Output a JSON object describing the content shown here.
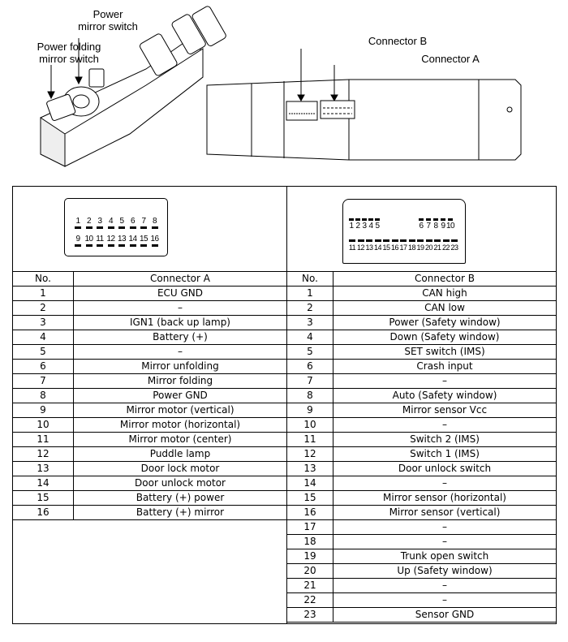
{
  "illustration": {
    "labels": {
      "power_mirror_switch": "Power\nmirror switch",
      "power_folding_mirror_switch": "Power folding\nmirror switch",
      "connector_b": "Connector B",
      "connector_a": "Connector A"
    }
  },
  "connector_a_pins": {
    "row1": [
      "1",
      "2",
      "3",
      "4",
      "5",
      "6",
      "7",
      "8"
    ],
    "row2": [
      "9",
      "10",
      "11",
      "12",
      "13",
      "14",
      "15",
      "16"
    ]
  },
  "connector_b_pins": {
    "row1": [
      "1",
      "2",
      "3",
      "4",
      "5",
      "6",
      "7",
      "8",
      "9",
      "10"
    ],
    "row2": [
      "11",
      "12",
      "13",
      "14",
      "15",
      "16",
      "17",
      "18",
      "19",
      "20",
      "21",
      "22",
      "23"
    ]
  },
  "table_a": {
    "headers": [
      "No.",
      "Connector A"
    ],
    "rows": [
      [
        "1",
        "ECU GND"
      ],
      [
        "2",
        "–"
      ],
      [
        "3",
        "IGN1 (back up lamp)"
      ],
      [
        "4",
        "Battery (+)"
      ],
      [
        "5",
        "–"
      ],
      [
        "6",
        "Mirror unfolding"
      ],
      [
        "7",
        "Mirror folding"
      ],
      [
        "8",
        "Power GND"
      ],
      [
        "9",
        "Mirror motor (vertical)"
      ],
      [
        "10",
        "Mirror motor (horizontal)"
      ],
      [
        "11",
        "Mirror motor (center)"
      ],
      [
        "12",
        "Puddle lamp"
      ],
      [
        "13",
        "Door lock motor"
      ],
      [
        "14",
        "Door unlock motor"
      ],
      [
        "15",
        "Battery (+) power"
      ],
      [
        "16",
        "Battery (+) mirror"
      ]
    ]
  },
  "table_b": {
    "headers": [
      "No.",
      "Connector B"
    ],
    "rows": [
      [
        "1",
        "CAN high"
      ],
      [
        "2",
        "CAN low"
      ],
      [
        "3",
        "Power (Safety window)"
      ],
      [
        "4",
        "Down (Safety window)"
      ],
      [
        "5",
        "SET switch (IMS)"
      ],
      [
        "6",
        "Crash input"
      ],
      [
        "7",
        "–"
      ],
      [
        "8",
        "Auto (Safety window)"
      ],
      [
        "9",
        "Mirror sensor Vcc"
      ],
      [
        "10",
        "–"
      ],
      [
        "11",
        "Switch 2 (IMS)"
      ],
      [
        "12",
        "Switch 1 (IMS)"
      ],
      [
        "13",
        "Door unlock switch"
      ],
      [
        "14",
        "–"
      ],
      [
        "15",
        "Mirror sensor (horizontal)"
      ],
      [
        "16",
        "Mirror sensor (vertical)"
      ],
      [
        "17",
        "–"
      ],
      [
        "18",
        "–"
      ],
      [
        "19",
        "Trunk open switch"
      ],
      [
        "20",
        "Up (Safety window)"
      ],
      [
        "21",
        "–"
      ],
      [
        "22",
        "–"
      ],
      [
        "23",
        "Sensor GND"
      ]
    ]
  }
}
